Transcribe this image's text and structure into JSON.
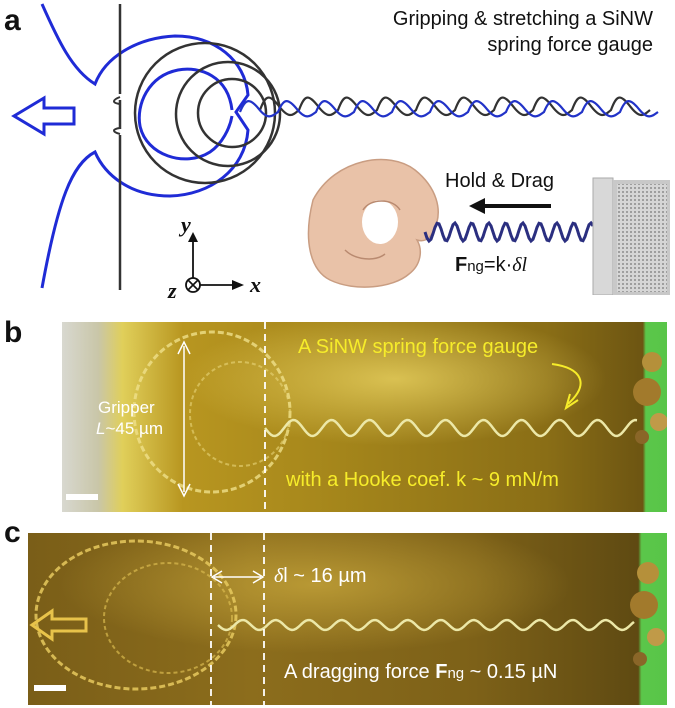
{
  "figure": {
    "panels": [
      {
        "label": "a",
        "title_line1": "Gripping & stretching a SiNW",
        "title_line2": "spring force gauge",
        "hold_drag": "Hold & Drag",
        "formula_F": "F",
        "formula_sub": "ng",
        "formula_rest": "=k·",
        "formula_delta": "δl",
        "axis_y": "y",
        "axis_x": "x",
        "axis_z": "z",
        "colors": {
          "gripper": "#1f2bd6",
          "spring_dark": "#333333",
          "arrow": "#1f2bd6"
        }
      },
      {
        "label": "b",
        "gauge_text": "A SiNW spring force gauge",
        "gripper_label": "Gripper",
        "length_L": "L",
        "length_value": "~45 µm",
        "hooke_text": "with a Hooke coef. k ~ 9 mN/m"
      },
      {
        "label": "c",
        "delta_symbol": "δ",
        "delta_text": "l ~ 16 µm",
        "force_prefix": "A dragging force ",
        "force_F": "F",
        "force_sub": "ng",
        "force_value": " ~ 0.15 µN"
      }
    ]
  }
}
